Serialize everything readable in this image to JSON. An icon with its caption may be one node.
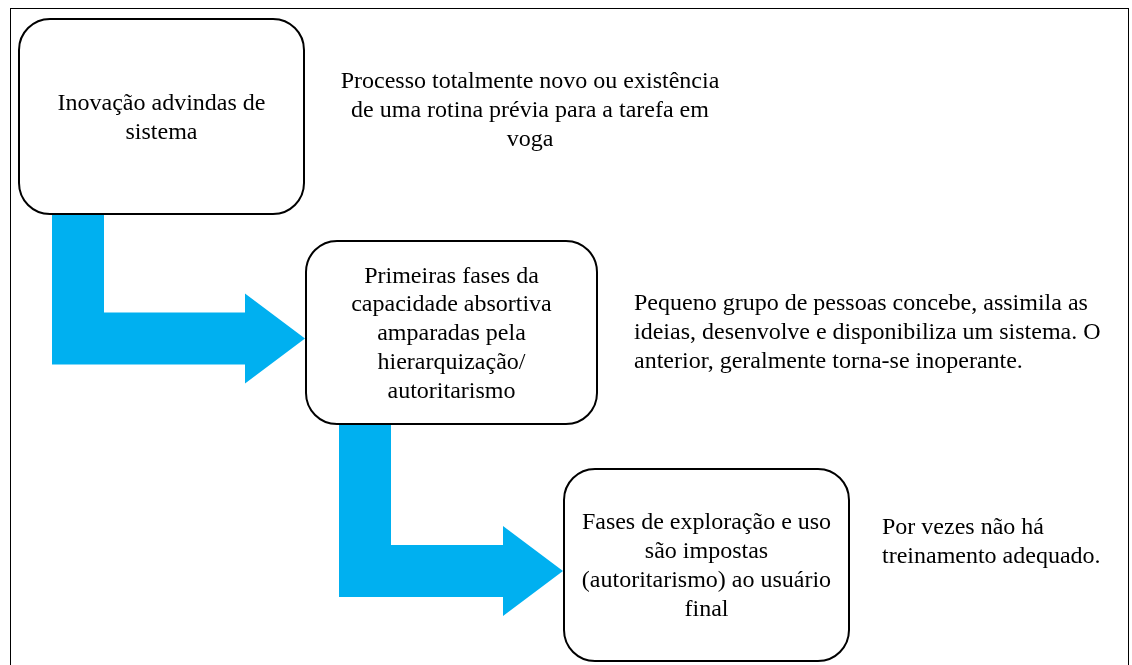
{
  "diagram": {
    "nodes": [
      {
        "text": [
          "Inovação advindas de sistema"
        ],
        "beside": [
          "Processo totalmente novo ou existência de uma rotina prévia para a tarefa em voga"
        ]
      },
      {
        "text": [
          "Primeiras fases da capacidade absortiva amparadas pela hierarquização/ autoritarismo"
        ],
        "beside": [
          "Pequeno grupo de pessoas concebe, assimila as ideias, desenvolve e disponibiliza um sistema. O anterior, geralmente torna-se inoperante."
        ]
      },
      {
        "text": [
          "Fases de exploração e uso são impostas (autoritarismo) ao usuário final"
        ],
        "beside": [
          "Por vezes não há treinamento adequado."
        ]
      }
    ],
    "edges": [
      {
        "from": 0,
        "to": 1,
        "arrow": "to",
        "style": "thick",
        "color": "#00b0f0"
      },
      {
        "from": 1,
        "to": 2,
        "arrow": "to",
        "style": "thick",
        "color": "#00b0f0"
      }
    ]
  }
}
